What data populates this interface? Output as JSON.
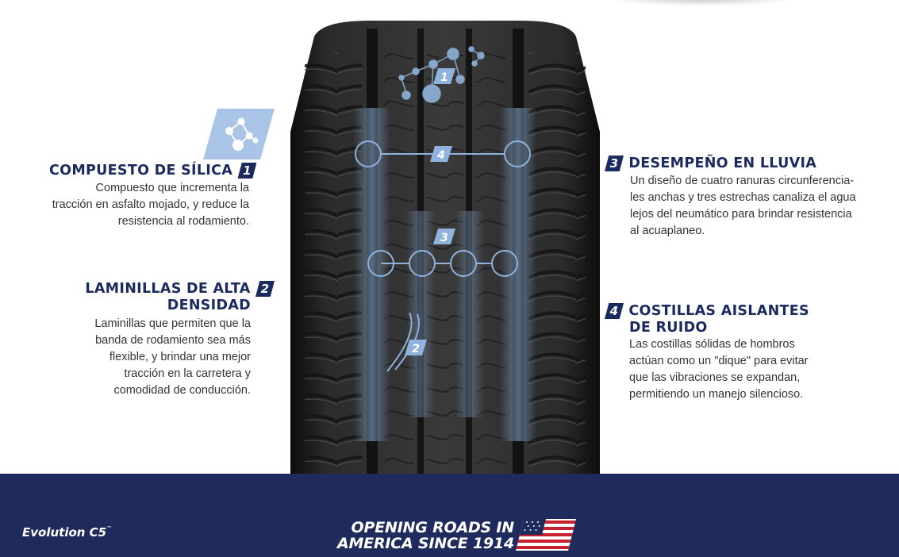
{
  "features": [
    {
      "number": "1",
      "title": "COMPUESTO DE SÍLICA",
      "description_lines": [
        "Compuesto que incrementa la",
        "tracción en asfalto mojado, y reduce la",
        "resistencia al rodamiento."
      ]
    },
    {
      "number": "2",
      "title_lines": [
        "LAMINILLAS DE ALTA",
        "DENSIDAD"
      ],
      "description_lines": [
        "Laminillas que permiten que la",
        "banda de rodamiento sea más",
        "flexible, y brindar una mejor",
        "tracción en la carretera y",
        "comodidad de conducción."
      ]
    },
    {
      "number": "3",
      "title": "DESEMPEÑO EN LLUVIA",
      "description_lines": [
        "Un diseño de cuatro ranuras circunferencia-",
        "les anchas y tres estrechas canaliza el agua",
        "lejos del neumático para brindar resistencia",
        "al acuaplaneo."
      ]
    },
    {
      "number": "4",
      "title_lines": [
        "COSTILLAS AISLANTES",
        "DE RUIDO"
      ],
      "description_lines": [
        "Las costillas sólidas de hombros",
        "actúan como un \"dique\" para evitar",
        "que las vibraciones se expandan,",
        "permitiendo un manejo silencioso."
      ]
    }
  ],
  "tire_markers": [
    "1",
    "4",
    "3",
    "2"
  ],
  "footer": {
    "brand": "Evolution C5",
    "trademark": "™",
    "slogan_lines": [
      "OPENING ROADS IN",
      "AMERICA SINCE 1914"
    ]
  },
  "icons": {
    "silica": "molecule-icon",
    "flag": "us-flag-icon"
  },
  "colors": {
    "navy": "#1b2a5e",
    "footer": "#1f2a5d",
    "accent_blue": "#8fb3dc",
    "body_text": "#333333"
  }
}
